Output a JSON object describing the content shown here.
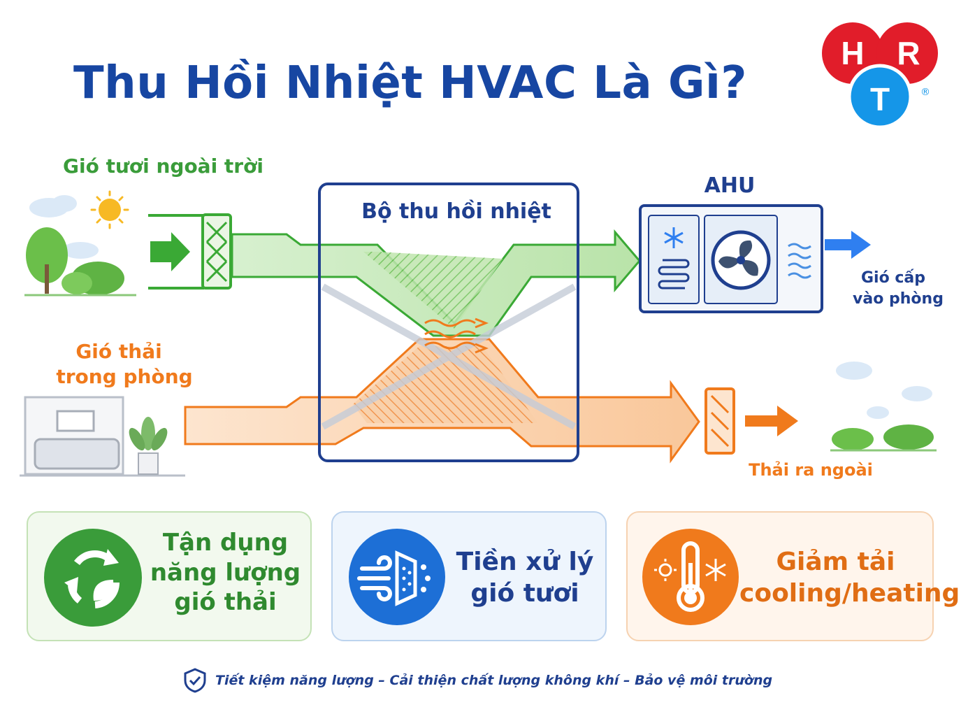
{
  "title": "Thu Hồi Nhiệt HVAC Là Gì?",
  "logo": {
    "letters": [
      "H",
      "R",
      "T"
    ],
    "registered": "®",
    "colors": [
      "#e11d2a",
      "#1596e8"
    ]
  },
  "diagram": {
    "fresh_air_label": "Gió tươi ngoài trời",
    "exhaust_air_label_line1": "Gió thải",
    "exhaust_air_label_line2": "trong phòng",
    "recovery_unit_label": "Bộ thu hồi nhiệt",
    "ahu_label": "AHU",
    "supply_label_line1": "Gió cấp",
    "supply_label_line2": "vào phòng",
    "discharge_label": "Thải ra ngoài",
    "colors": {
      "fresh": "#3aa935",
      "exhaust": "#f07a1c",
      "unit": "#1f3f8f",
      "supply_arrow": "#2f7ff0"
    }
  },
  "benefits": [
    {
      "line1": "Tận dụng",
      "line2": "năng lượng",
      "line3": "gió thải",
      "icon": "recycle-leaf-icon",
      "color": "#3a9c3a"
    },
    {
      "line1": "Tiền xử lý",
      "line2": "gió tươi",
      "icon": "air-filter-icon",
      "color": "#1d6fd6"
    },
    {
      "line1": "Giảm tải",
      "line2": "cooling/heating",
      "icon": "thermometer-icon",
      "color": "#f07a1c"
    }
  ],
  "footer": {
    "icon": "shield-check-icon",
    "text": "Tiết kiệm năng lượng – Cải thiện chất lượng không khí – Bảo vệ môi trường"
  }
}
